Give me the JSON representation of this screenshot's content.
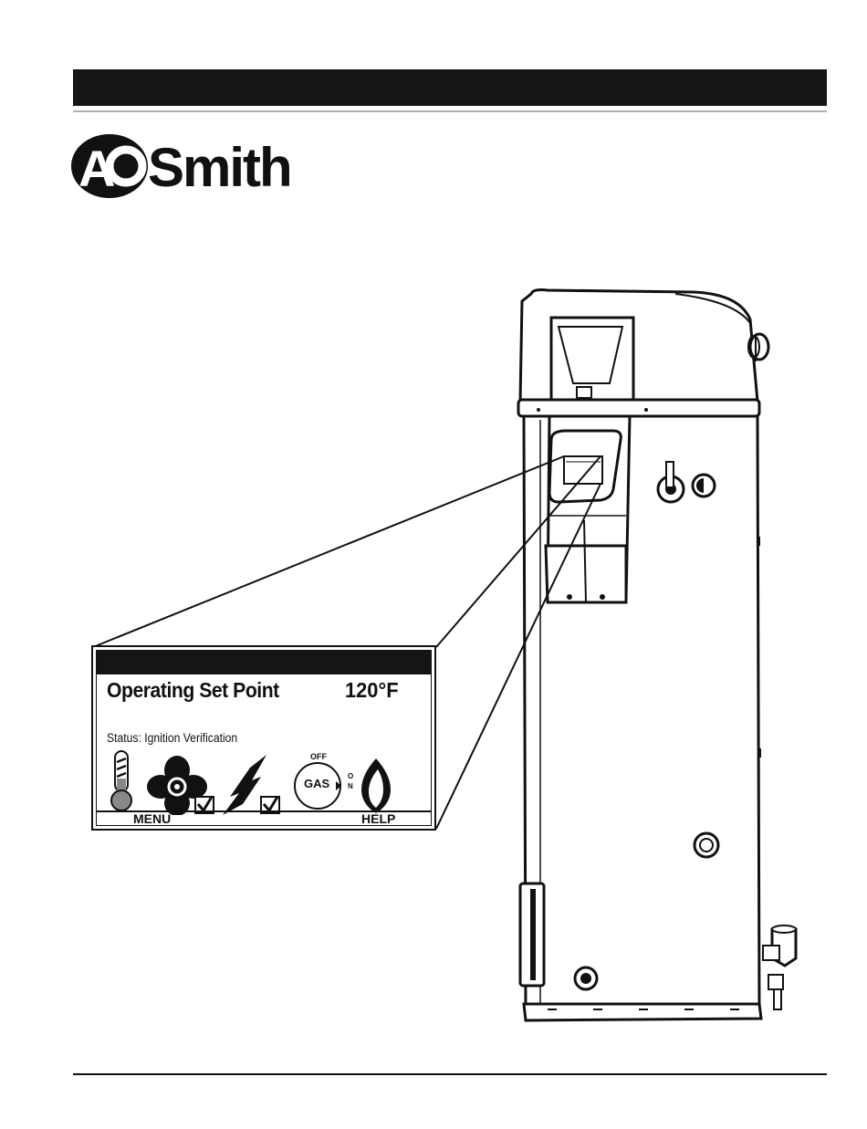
{
  "brand": {
    "logo_text": "AOSmith"
  },
  "display": {
    "set_point_label": "Operating Set Point",
    "set_point_value": "120°F",
    "status_text": "Status: Ignition Verification",
    "gas_valve": {
      "off_label": "OFF",
      "gas_label": "GAS",
      "on_letter_1": "O",
      "on_letter_2": "N"
    },
    "soft_keys": {
      "left": "MENU",
      "right": "HELP"
    },
    "icons": [
      "thermometer-icon",
      "fan-icon",
      "check-icon",
      "ignition-spark-icon",
      "check-icon",
      "gas-valve-icon",
      "flame-icon"
    ]
  },
  "colors": {
    "bar": "#151515",
    "thermometer_fill": "#888888"
  }
}
